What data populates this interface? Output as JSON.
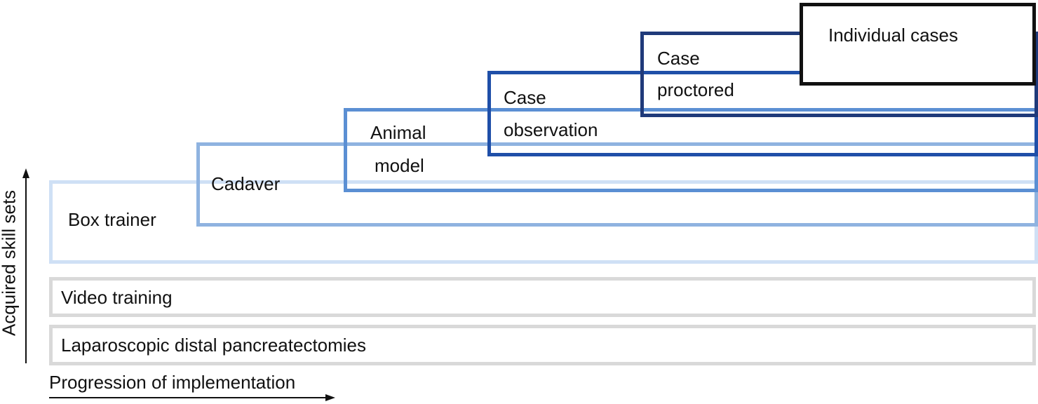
{
  "diagram": {
    "steps": [
      {
        "id": "box-trainer",
        "label": "Box trainer",
        "color": "#cfe0f5"
      },
      {
        "id": "cadaver",
        "label": "Cadaver",
        "color": "#8fb3e0"
      },
      {
        "id": "animal-model",
        "label": "Animal\nmodel",
        "color": "#5b8fd3"
      },
      {
        "id": "case-observation",
        "label": "Case\nobservation",
        "color": "#1f4fa8"
      },
      {
        "id": "case-proctored",
        "label": "Case\nproctored",
        "color": "#1f3a7a"
      },
      {
        "id": "individual-cases",
        "label": "Individual cases",
        "color": "#111111"
      }
    ],
    "base_boxes": [
      {
        "id": "video-training",
        "label": "Video training",
        "color": "#d9d9d9"
      },
      {
        "id": "lap-distal",
        "label": "Laparoscopic distal pancreatectomies",
        "color": "#d9d9d9"
      }
    ],
    "y_axis_label": "Acquired skill sets",
    "x_axis_label": "Progression of implementation"
  }
}
